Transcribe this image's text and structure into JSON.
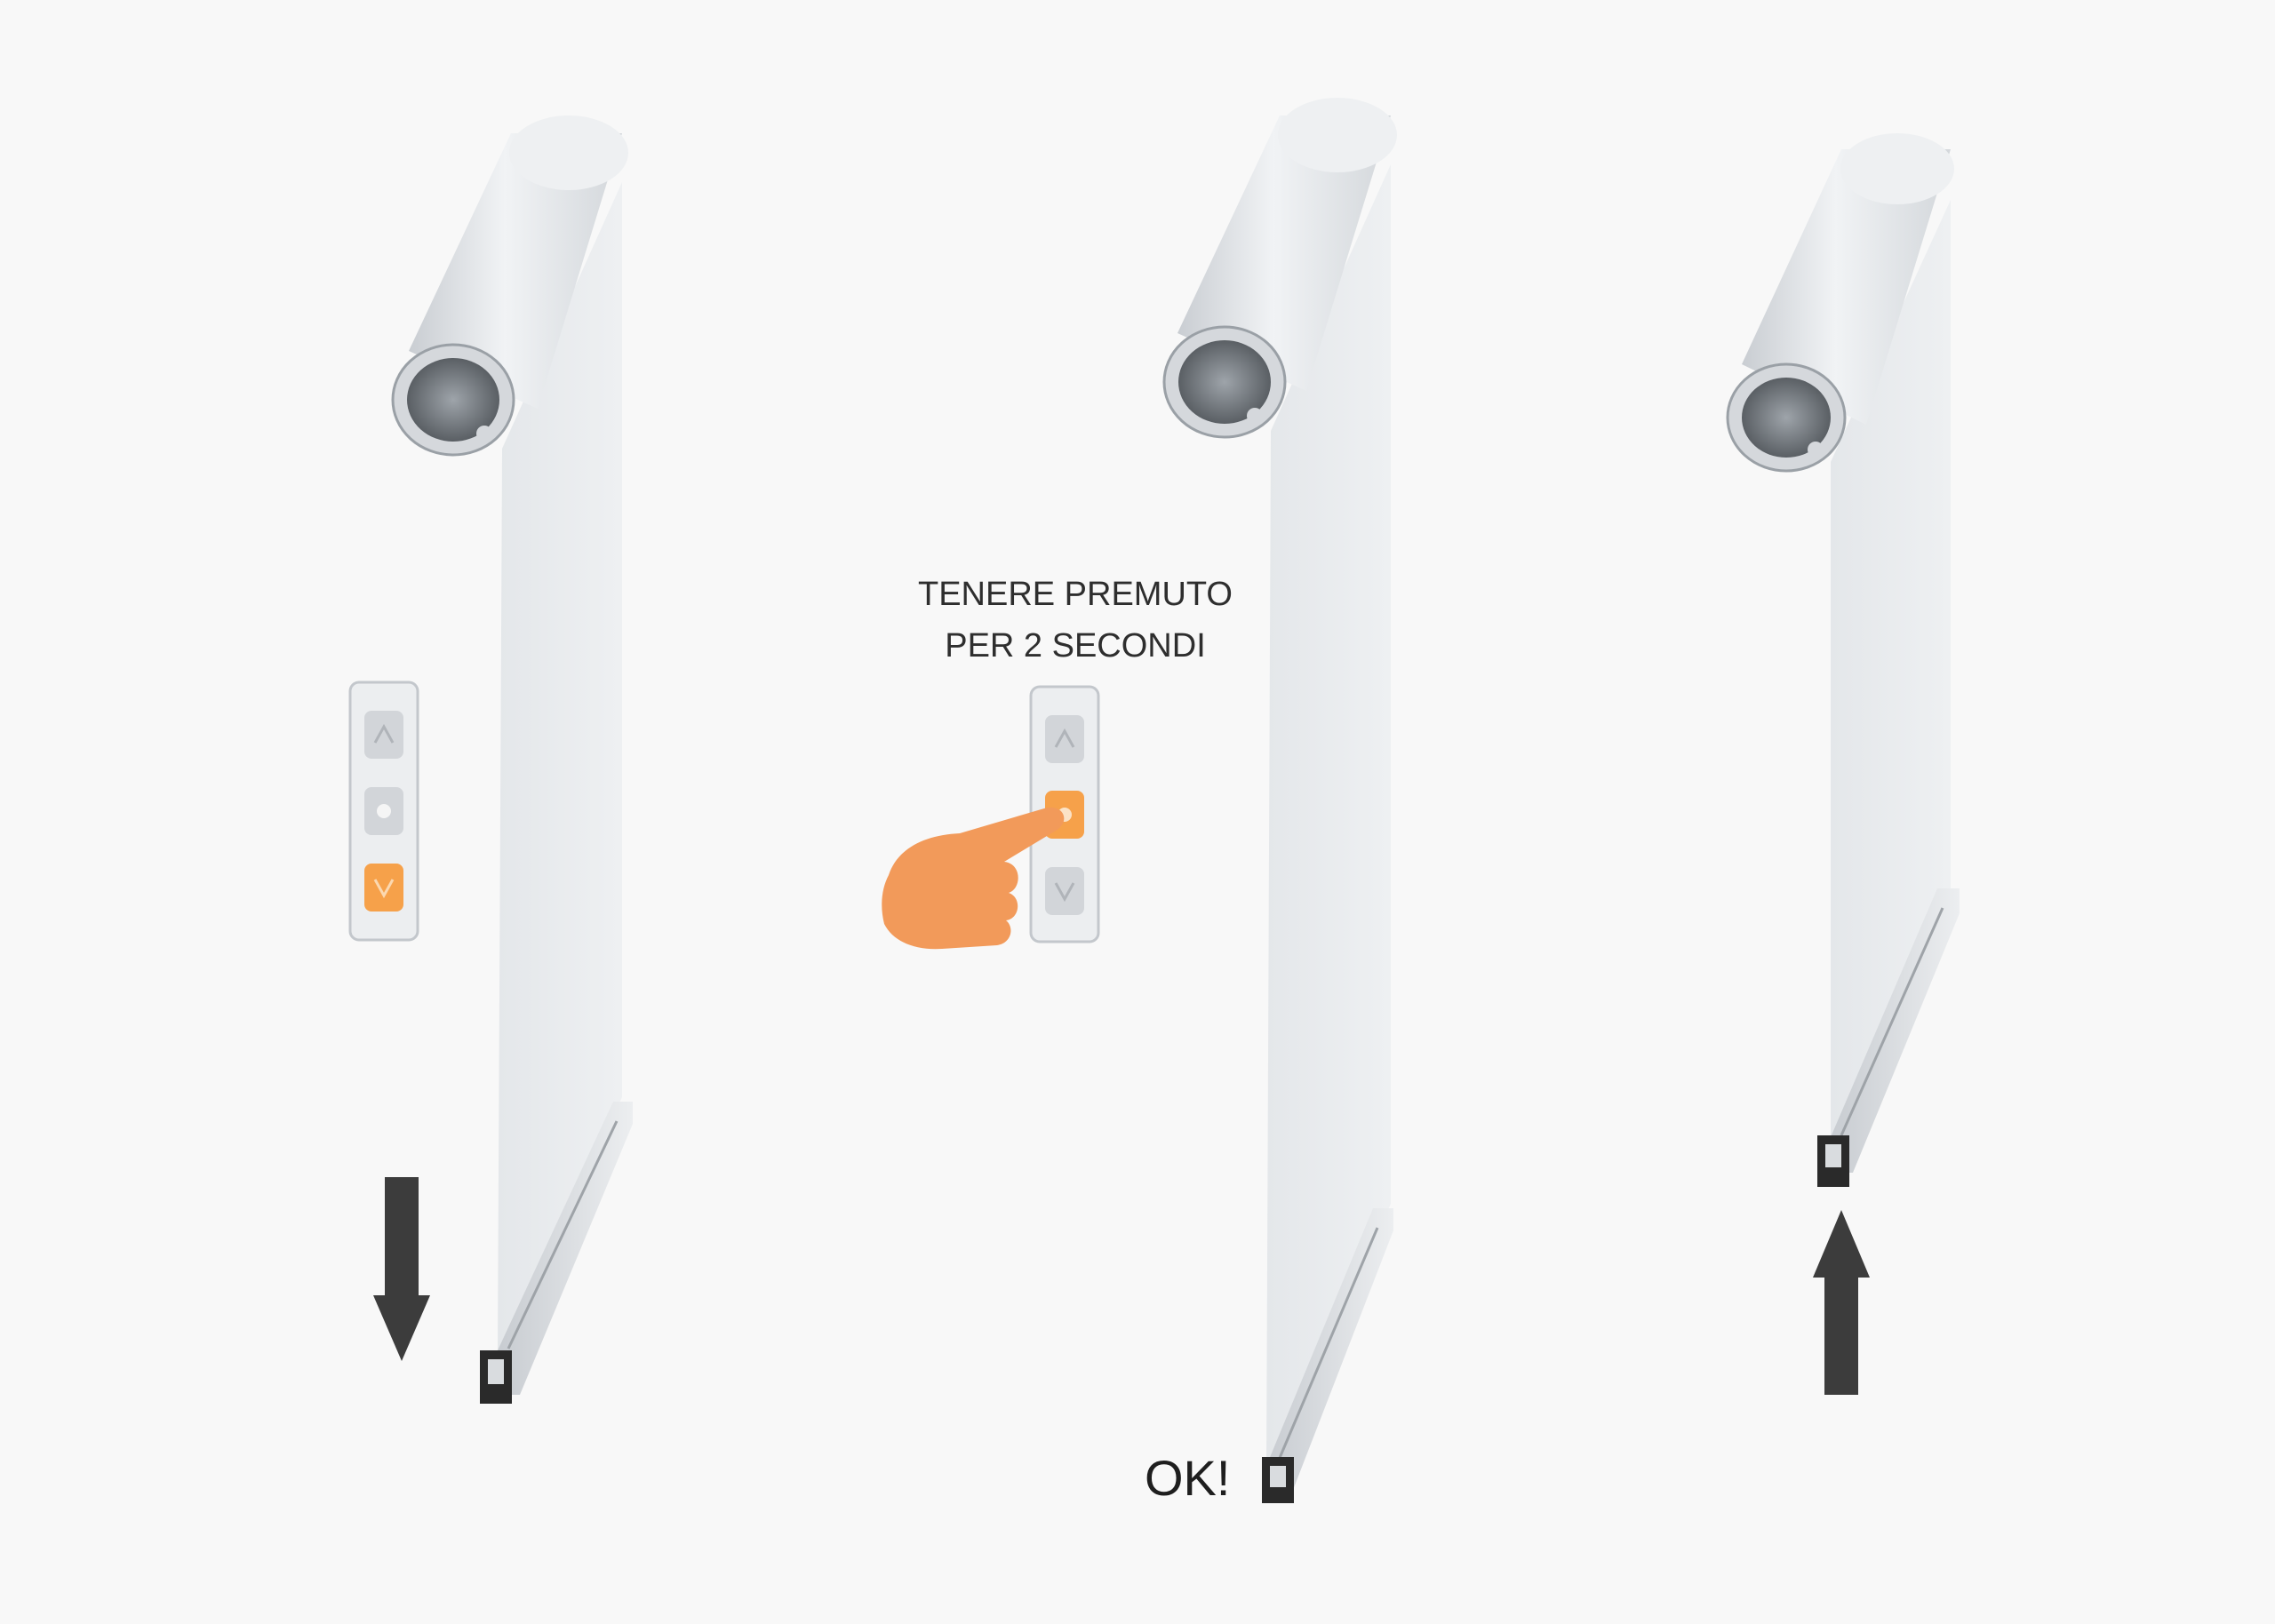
{
  "caption": {
    "line1": "TENERE PREMUTO",
    "line2": "PER 2 SECONDI"
  },
  "confirmation": "OK!",
  "colors": {
    "highlight": "#f6a14a",
    "hand": "#f29a5a",
    "arrow": "#3c3c3c",
    "fabric": "#e9ebee",
    "tube": "#dfe2e5"
  },
  "steps": [
    {
      "remote_highlight": "down",
      "arrow": "down"
    },
    {
      "remote_highlight": "stop",
      "pointer": "hand"
    },
    {
      "arrow": "up"
    }
  ]
}
